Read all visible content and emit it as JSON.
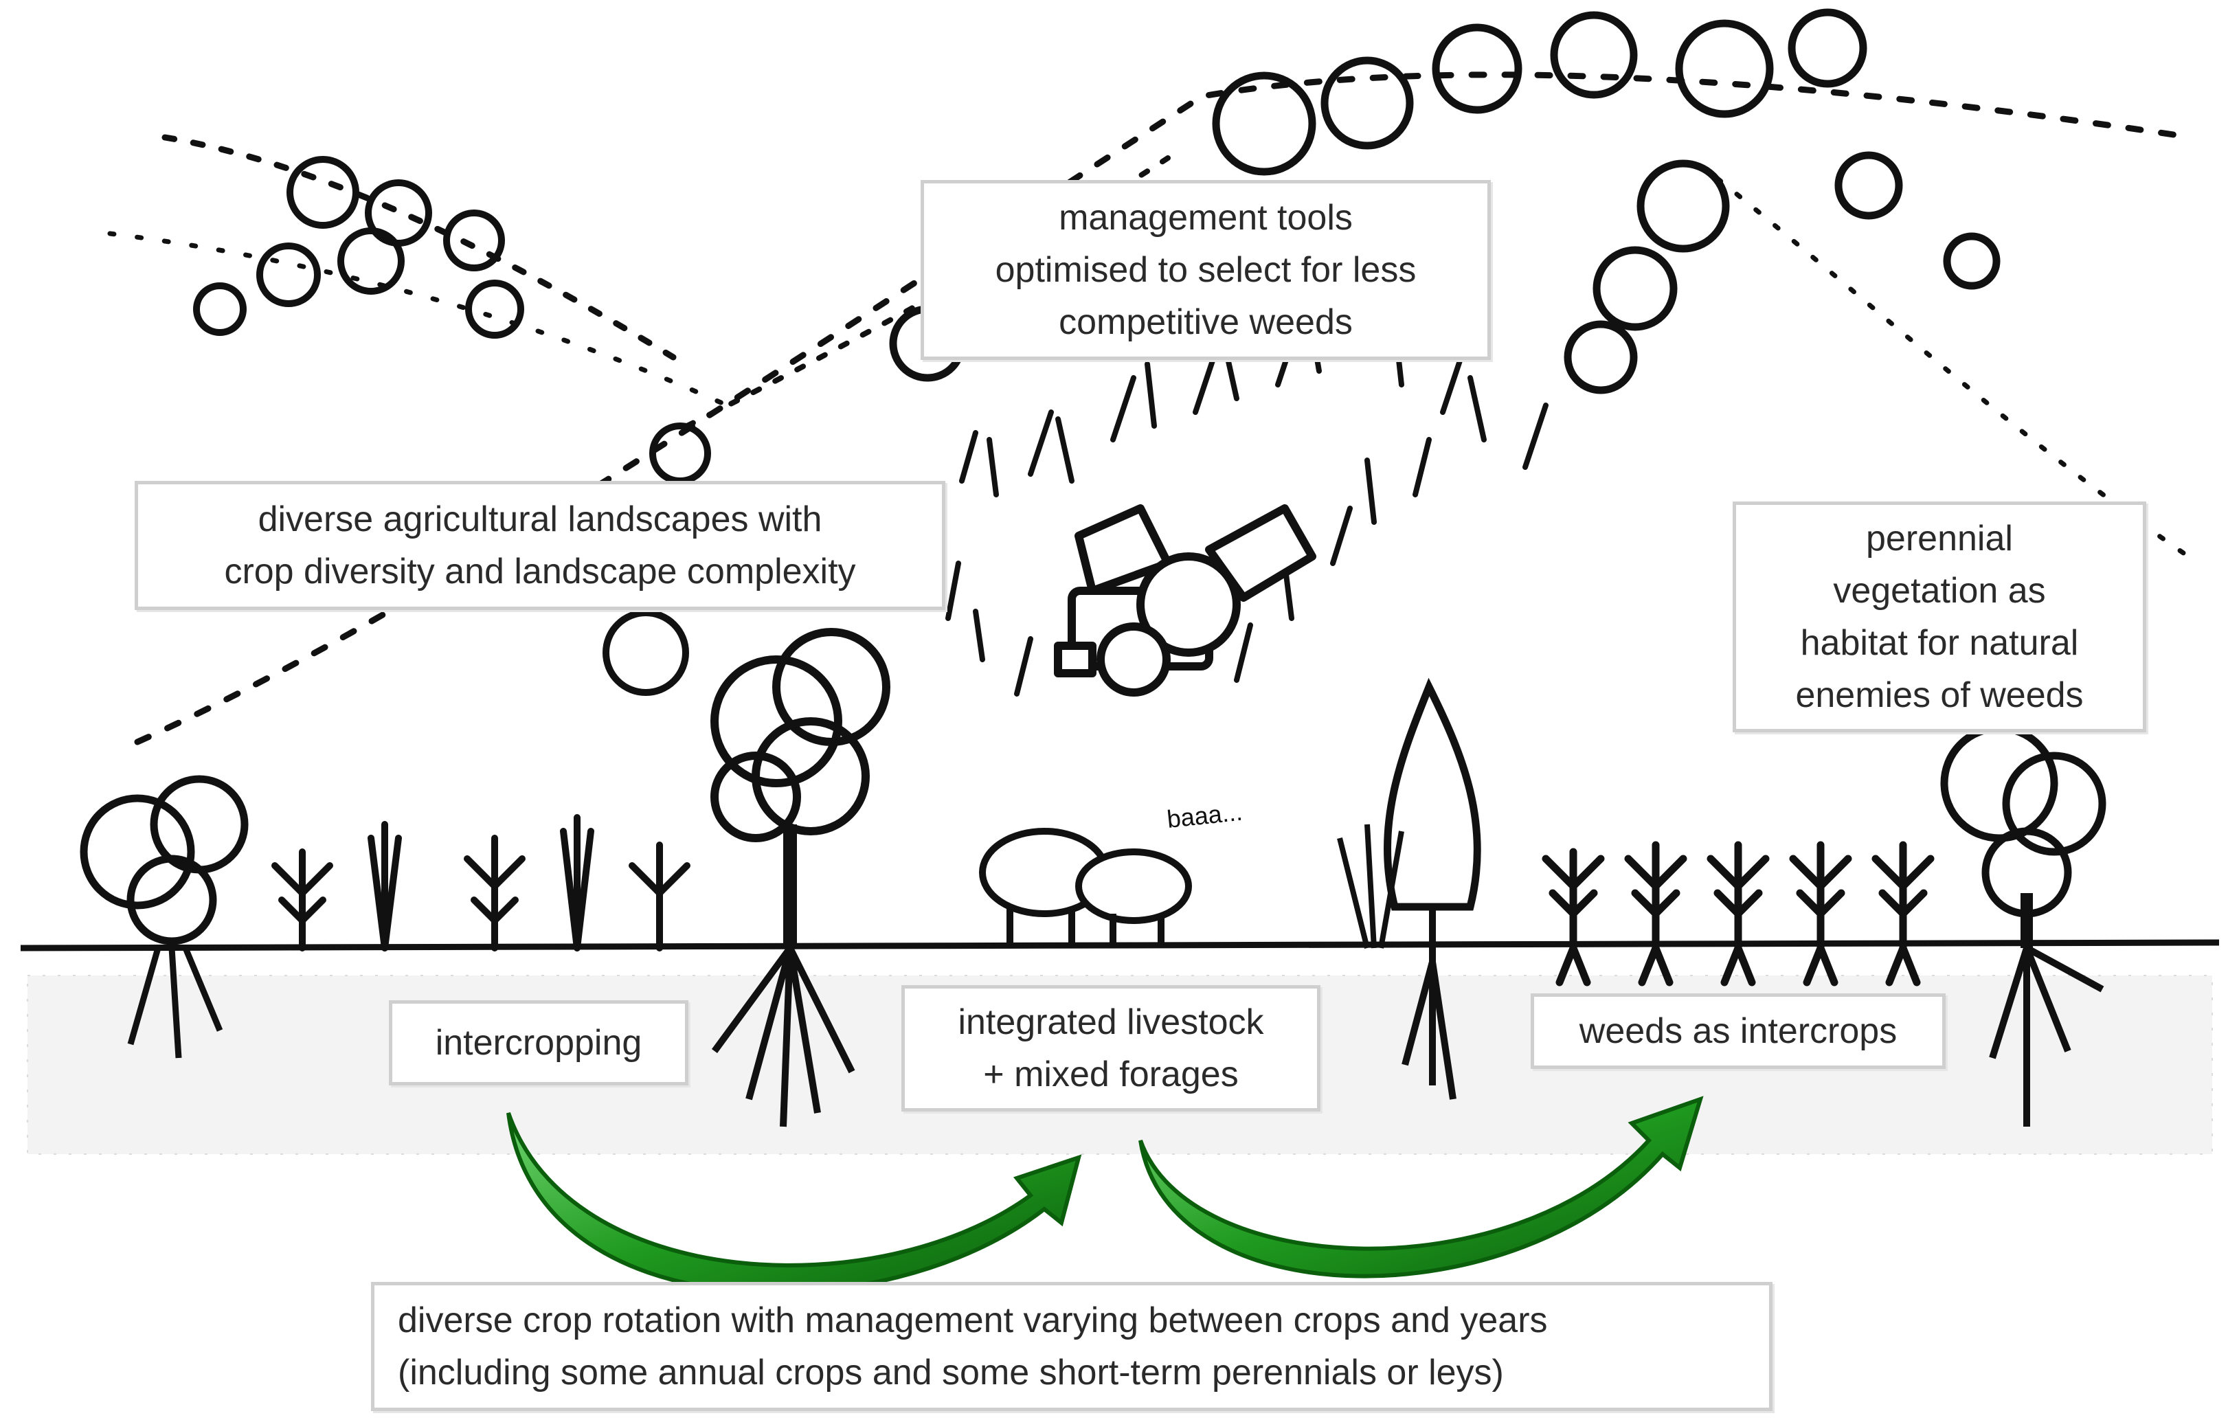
{
  "labels": {
    "management_tools": [
      "management tools",
      "optimised to select for less",
      "competitive weeds"
    ],
    "landscapes": [
      "diverse agricultural landscapes with",
      "crop diversity and landscape complexity"
    ],
    "perennial": [
      "perennial",
      "vegetation as",
      "habitat for natural",
      "enemies of weeds"
    ],
    "intercropping": [
      "intercropping"
    ],
    "livestock": [
      "integrated livestock",
      "+ mixed forages"
    ],
    "weeds_intercrops": [
      "weeds as intercrops"
    ],
    "rotation": [
      "diverse crop rotation with management varying between crops and years",
      "(including some annual crops and some short-term perennials or leys)"
    ],
    "sheep_sound": "baaa..."
  },
  "colors": {
    "ink": "#111111",
    "arrow_green": "#1f9a1f",
    "arrow_dark": "#0b5e0b",
    "box_border": "#cfcfcf",
    "soil_dot": "#8a8a8a"
  }
}
